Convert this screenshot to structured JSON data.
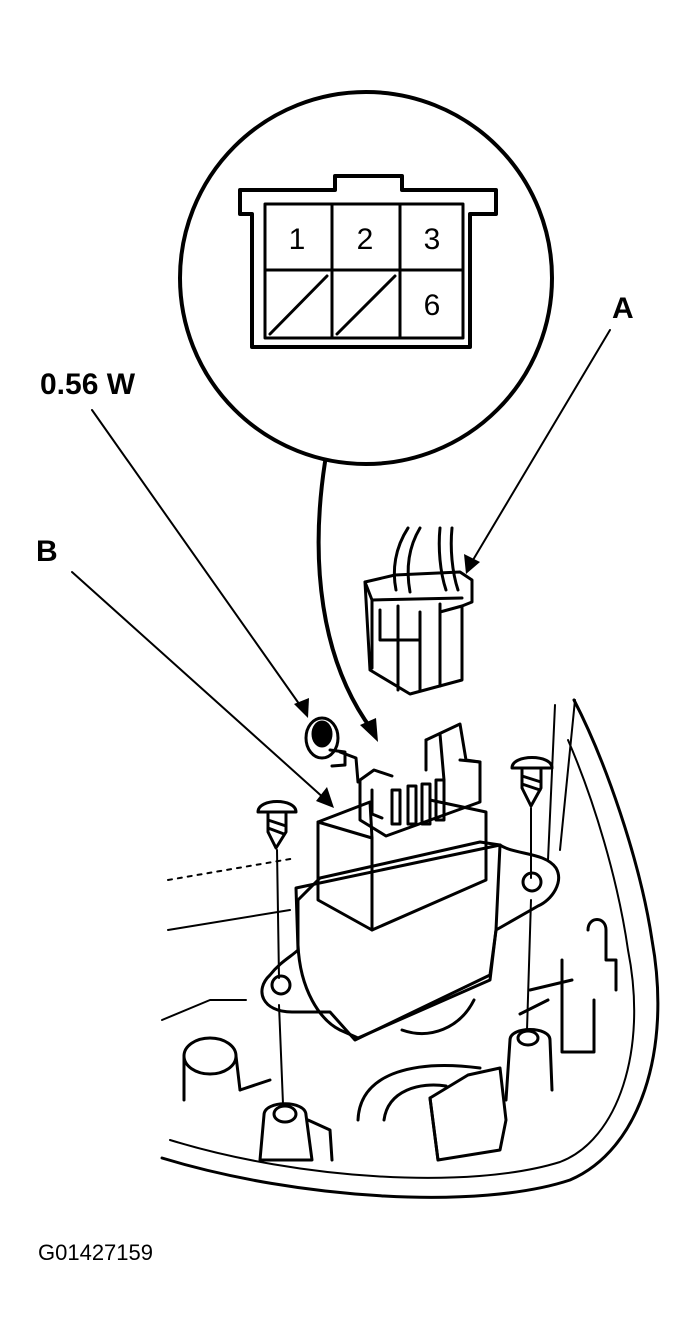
{
  "callouts": {
    "connector": "A",
    "bulb": "0.56 W",
    "switch": "B"
  },
  "connector_face": {
    "terminals": [
      "1",
      "2",
      "3",
      "6"
    ]
  },
  "figure_id": "G01427159"
}
